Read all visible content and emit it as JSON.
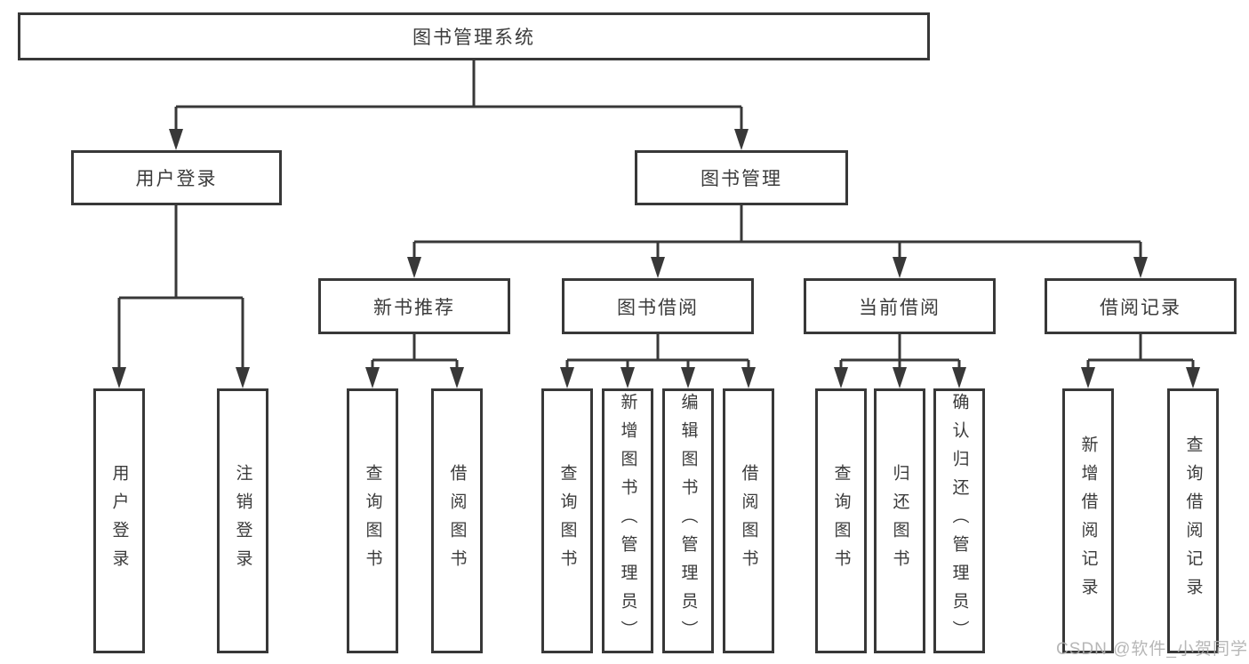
{
  "diagram": {
    "type": "hierarchy-tree",
    "tree": {
      "label": "图书管理系统",
      "children": [
        {
          "label": "用户登录",
          "children": [
            {
              "label": "用户登录"
            },
            {
              "label": "注销登录"
            }
          ]
        },
        {
          "label": "图书管理",
          "children": [
            {
              "label": "新书推荐",
              "children": [
                {
                  "label": "查询图书"
                },
                {
                  "label": "借阅图书"
                }
              ]
            },
            {
              "label": "图书借阅",
              "children": [
                {
                  "label": "查询图书"
                },
                {
                  "label": "新增图书（管理员）"
                },
                {
                  "label": "编辑图书（管理员）"
                },
                {
                  "label": "借阅图书"
                }
              ]
            },
            {
              "label": "当前借阅",
              "children": [
                {
                  "label": "查询图书"
                },
                {
                  "label": "归还图书"
                },
                {
                  "label": "确认归还（管理员）"
                }
              ]
            },
            {
              "label": "借阅记录",
              "children": [
                {
                  "label": "新增借阅记录"
                },
                {
                  "label": "查询借阅记录"
                }
              ]
            }
          ]
        }
      ]
    }
  },
  "watermark": {
    "text": "CSDN @软件_小贺同学"
  },
  "colors": {
    "line": "#383838",
    "text": "#3b3b3b",
    "watermark": "#afafaf",
    "background": "#ffffff"
  }
}
